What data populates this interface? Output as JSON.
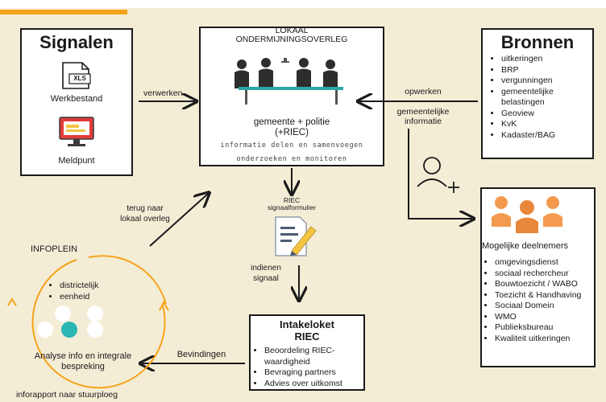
{
  "signalen": {
    "title": "Signalen",
    "file_label": "XLS",
    "werkbestand": "Werkbestand",
    "meldpunt": "Meldpunt"
  },
  "lokaal": {
    "title_line1": "LOKAAL",
    "title_line2": "ONDERMIJNINGSOVERLEG",
    "parties_line1": "gemeente + politie",
    "parties_line2": "(+RIEC)",
    "action1": "informatie delen en samenvoegen",
    "action2": "onderzoeken en monitoren"
  },
  "bronnen": {
    "title": "Bronnen",
    "items": [
      "uitkeringen",
      "BRP",
      "vergunningen",
      "gemeentelijke belastingen",
      "Geoview",
      "KvK",
      "Kadaster/BAG"
    ]
  },
  "deelnemers": {
    "title": "Mogelijke deelnemers",
    "items": [
      "omgevingsdienst",
      "sociaal rechercheur",
      "Bouwtoezicht / WABO",
      "Toezicht & Handhaving",
      "Sociaal Domein",
      "WMO",
      "Publieksbureau",
      "Kwaliteit uitkeringen"
    ]
  },
  "intake": {
    "title_line1": "Intakeloket",
    "title_line2": "RIEC",
    "items": [
      "Beoordeling RIEC-waardigheid",
      "Bevraging partners",
      "Advies over uitkomst"
    ]
  },
  "infoplein": {
    "title": "INFOPLEIN",
    "items": [
      "districtelijk",
      "eenheid"
    ],
    "analyse_line1": "Analyse info en integrale",
    "analyse_line2": "bespreking"
  },
  "labels": {
    "verwerken": "verwerken",
    "opwerken_line1": "opwerken",
    "opwerken_line2": "gemeentelijke",
    "opwerken_line3": "informatie",
    "riec_line1": "RIEC",
    "riec_line2": "signaalformulier",
    "indienen_line1": "indienen",
    "indienen_line2": "signaal",
    "terug_line1": "terug naar",
    "terug_line2": "lokaal overleg",
    "bevindingen": "Bevindingen",
    "inforapport": "inforapport naar stuurploeg"
  },
  "colors": {
    "background": "#f4edd6",
    "accent": "#f5a31a",
    "teal": "#2bb5b5",
    "people": "#f39a50"
  }
}
